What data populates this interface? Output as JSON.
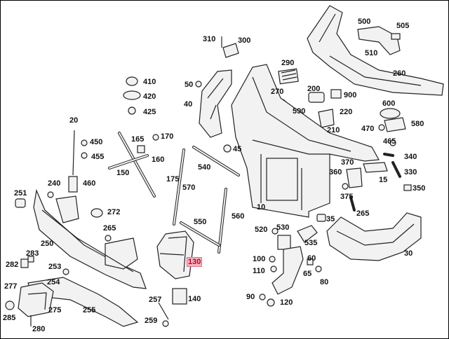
{
  "diagram": {
    "highlight_color": "#f4b3c0",
    "callouts": [
      {
        "id": "c500",
        "text": "500"
      },
      {
        "id": "c505",
        "text": "505"
      },
      {
        "id": "c510",
        "text": "510"
      },
      {
        "id": "c260",
        "text": "260"
      },
      {
        "id": "c310",
        "text": "310"
      },
      {
        "id": "c300",
        "text": "300"
      },
      {
        "id": "c290",
        "text": "290"
      },
      {
        "id": "c270",
        "text": "270"
      },
      {
        "id": "c200",
        "text": "200"
      },
      {
        "id": "c900",
        "text": "900"
      },
      {
        "id": "c600",
        "text": "600"
      },
      {
        "id": "c590",
        "text": "590"
      },
      {
        "id": "c220",
        "text": "220"
      },
      {
        "id": "c210",
        "text": "210"
      },
      {
        "id": "c470",
        "text": "470"
      },
      {
        "id": "c580",
        "text": "580"
      },
      {
        "id": "c465",
        "text": "465"
      },
      {
        "id": "c340",
        "text": "340"
      },
      {
        "id": "c370",
        "text": "370"
      },
      {
        "id": "c360",
        "text": "360"
      },
      {
        "id": "c330",
        "text": "330"
      },
      {
        "id": "c15",
        "text": "15"
      },
      {
        "id": "c350",
        "text": "350"
      },
      {
        "id": "c375",
        "text": "375"
      },
      {
        "id": "c265a",
        "text": "265"
      },
      {
        "id": "c410",
        "text": "410"
      },
      {
        "id": "c420",
        "text": "420"
      },
      {
        "id": "c425",
        "text": "425"
      },
      {
        "id": "c50",
        "text": "50"
      },
      {
        "id": "c40",
        "text": "40"
      },
      {
        "id": "c20",
        "text": "20"
      },
      {
        "id": "c450",
        "text": "450"
      },
      {
        "id": "c455",
        "text": "455"
      },
      {
        "id": "c165",
        "text": "165"
      },
      {
        "id": "c170",
        "text": "170"
      },
      {
        "id": "c160",
        "text": "160"
      },
      {
        "id": "c150",
        "text": "150"
      },
      {
        "id": "c460",
        "text": "460"
      },
      {
        "id": "c45",
        "text": "45"
      },
      {
        "id": "c540",
        "text": "540"
      },
      {
        "id": "c175",
        "text": "175"
      },
      {
        "id": "c570",
        "text": "570"
      },
      {
        "id": "c10",
        "text": "10"
      },
      {
        "id": "c240",
        "text": "240"
      },
      {
        "id": "c251",
        "text": "251"
      },
      {
        "id": "c272",
        "text": "272"
      },
      {
        "id": "c550",
        "text": "550"
      },
      {
        "id": "c560",
        "text": "560"
      },
      {
        "id": "c35",
        "text": "35"
      },
      {
        "id": "c520",
        "text": "520"
      },
      {
        "id": "c530",
        "text": "530"
      },
      {
        "id": "c535",
        "text": "535"
      },
      {
        "id": "c30",
        "text": "30"
      },
      {
        "id": "c265b",
        "text": "265"
      },
      {
        "id": "c250",
        "text": "250"
      },
      {
        "id": "c283",
        "text": "283"
      },
      {
        "id": "c282",
        "text": "282"
      },
      {
        "id": "c253",
        "text": "253"
      },
      {
        "id": "c130",
        "text": "130",
        "highlighted": true
      },
      {
        "id": "c100",
        "text": "100"
      },
      {
        "id": "c60",
        "text": "60"
      },
      {
        "id": "c110",
        "text": "110"
      },
      {
        "id": "c65",
        "text": "65"
      },
      {
        "id": "c80",
        "text": "80"
      },
      {
        "id": "c254",
        "text": "254"
      },
      {
        "id": "c277",
        "text": "277"
      },
      {
        "id": "c275",
        "text": "275"
      },
      {
        "id": "c255",
        "text": "255"
      },
      {
        "id": "c285",
        "text": "285"
      },
      {
        "id": "c280",
        "text": "280"
      },
      {
        "id": "c257",
        "text": "257"
      },
      {
        "id": "c140",
        "text": "140"
      },
      {
        "id": "c259",
        "text": "259"
      },
      {
        "id": "c90",
        "text": "90"
      },
      {
        "id": "c120",
        "text": "120"
      }
    ]
  }
}
